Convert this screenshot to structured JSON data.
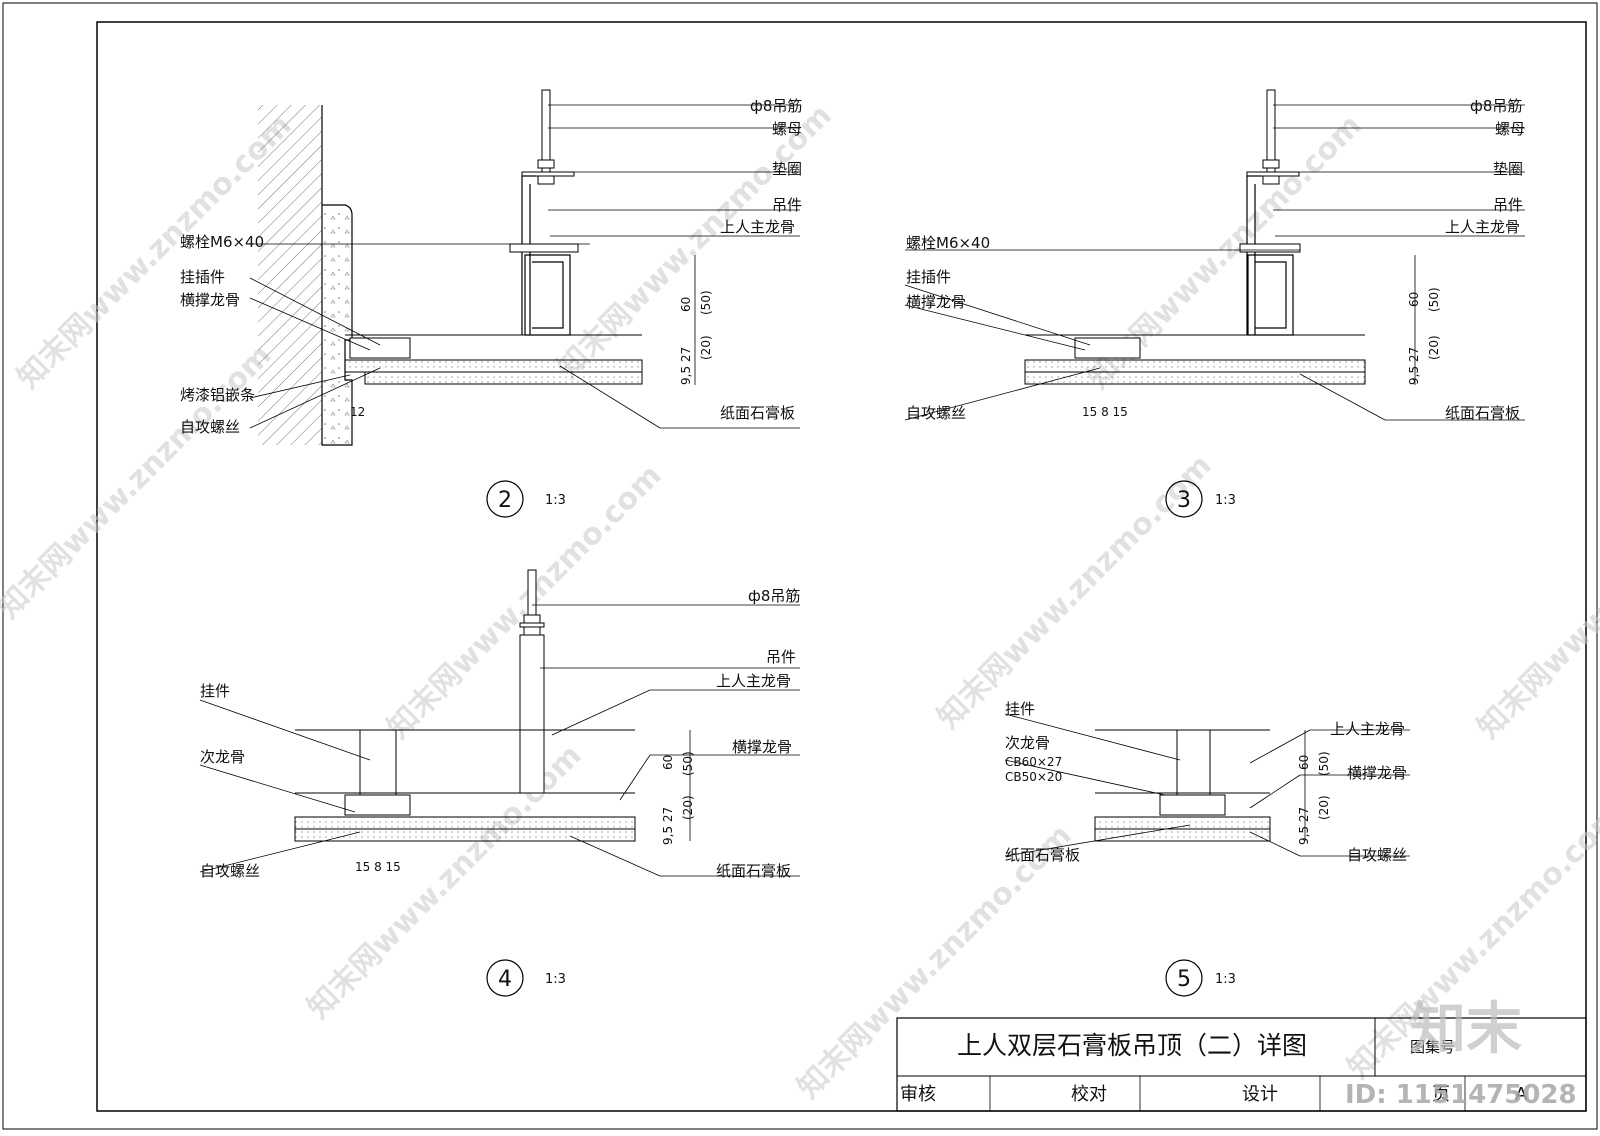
{
  "watermark": {
    "text": "知末网www.znzmo.com",
    "logo": "知末",
    "id": "ID: 1151475028"
  },
  "title_block": {
    "title": "上人双层石膏板吊顶（二）详图",
    "atlas_label": "图集号",
    "atlas_value": "A",
    "review": "审核",
    "check": "校对",
    "design": "设计",
    "page_label": "页"
  },
  "details": {
    "d2": {
      "number": "2",
      "scale": "1:3",
      "labels": {
        "rod": "ф8吊筋",
        "nut": "螺母",
        "washer": "垫圈",
        "hanger": "吊件",
        "main_keel": "上人主龙骨",
        "bolt": "螺栓M6×40",
        "clip": "挂插件",
        "cross_keel": "横撑龙骨",
        "trim": "烤漆铝嵌条",
        "screw": "自攻螺丝",
        "board": "纸面石膏板"
      },
      "dims": {
        "d12": "12",
        "d60": "60",
        "d50": "(50)",
        "d27": "9,5 27",
        "d20": "(20)"
      }
    },
    "d3": {
      "number": "3",
      "scale": "1:3",
      "labels": {
        "rod": "ф8吊筋",
        "nut": "螺母",
        "washer": "垫圈",
        "hanger": "吊件",
        "main_keel": "上人主龙骨",
        "bolt": "螺栓M6×40",
        "clip": "挂插件",
        "cross_keel": "横撑龙骨",
        "screw": "自攻螺丝",
        "board": "纸面石膏板"
      },
      "dims": {
        "d15815": "15 8 15",
        "d60": "60",
        "d50": "(50)",
        "d27": "9,5 27",
        "d20": "(20)"
      }
    },
    "d4": {
      "number": "4",
      "scale": "1:3",
      "labels": {
        "rod": "ф8吊筋",
        "hanger": "吊件",
        "main_keel": "上人主龙骨",
        "clip": "挂件",
        "sub_keel": "次龙骨",
        "cross_keel": "横撑龙骨",
        "screw": "自攻螺丝",
        "board": "纸面石膏板"
      },
      "dims": {
        "d15815": "15 8 15",
        "d60": "60",
        "d50": "(50)",
        "d27": "9,5 27",
        "d20": "(20)"
      }
    },
    "d5": {
      "number": "5",
      "scale": "1:3",
      "labels": {
        "clip": "挂件",
        "sub_keel": "次龙骨",
        "cb1": "CB60×27",
        "cb2": "CB50×20",
        "main_keel": "上人主龙骨",
        "cross_keel": "横撑龙骨",
        "board": "纸面石膏板",
        "screw": "自攻螺丝"
      },
      "dims": {
        "d60": "60",
        "d50": "(50)",
        "d27": "9,5 27",
        "d20": "(20)"
      }
    }
  }
}
